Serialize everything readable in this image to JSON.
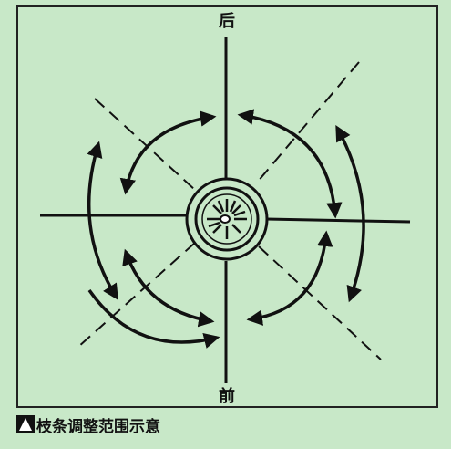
{
  "labels": {
    "back": "后",
    "front": "前"
  },
  "caption": {
    "text": "枝条调整范围示意"
  },
  "icons": {
    "caption_marker": "triangle-in-square-icon",
    "center": "branch-cross-section-icon"
  },
  "colors": {
    "background": "#c8e8c8",
    "ink": "#111111"
  }
}
